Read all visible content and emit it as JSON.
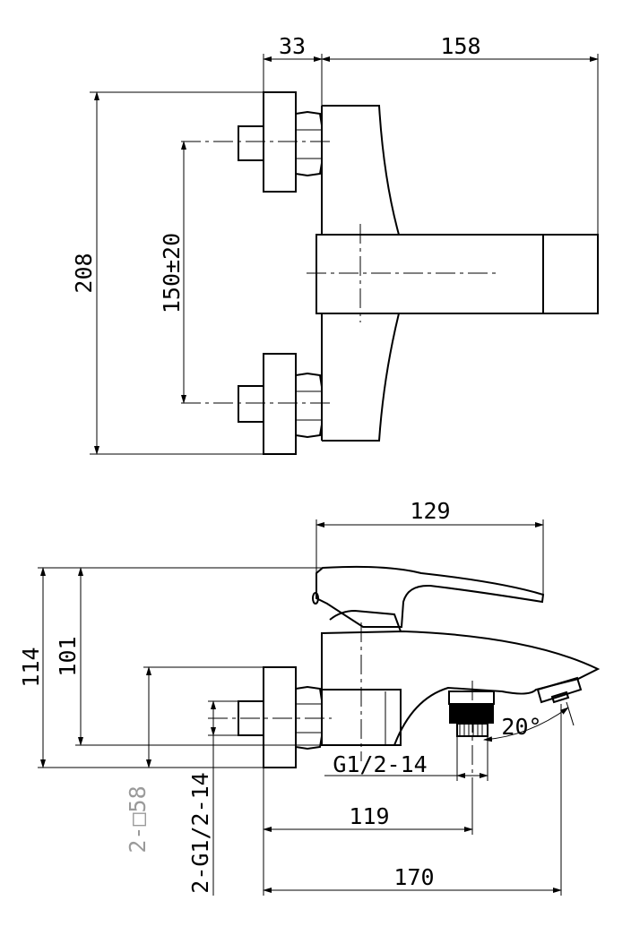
{
  "top_view": {
    "dimensions": {
      "offset": "33",
      "body_length": "158",
      "overall_height": "208",
      "inlet_spacing": "150±20"
    }
  },
  "side_view": {
    "dimensions": {
      "lever_reach": "129",
      "total_height": "114",
      "handle_height": "101",
      "nut_size": "2-□58",
      "inlet_thread": "2-G1/2-14",
      "outlet_thread": "G1/2-14",
      "outlet_distance": "119",
      "spout_length": "170",
      "spout_angle": "20°"
    }
  }
}
